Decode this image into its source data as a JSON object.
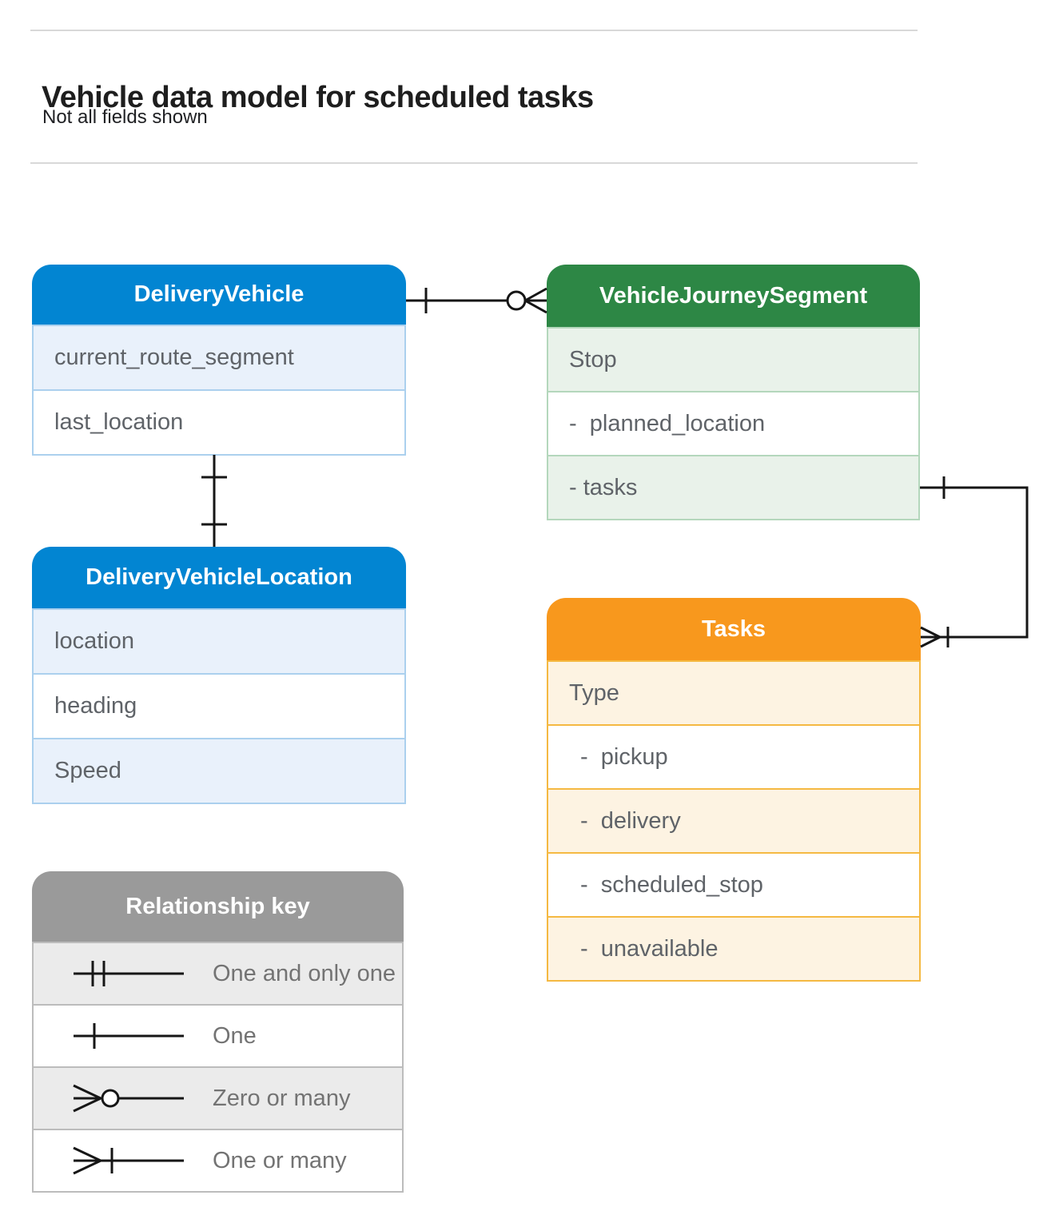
{
  "page": {
    "title": "Vehicle data model for scheduled tasks",
    "subtitle": "Not all fields shown"
  },
  "colors": {
    "blue_header": "#0285d2",
    "blue_row": "#e9f1fb",
    "blue_border": "#abd0ee",
    "green_header": "#2d8745",
    "green_row": "#e9f2ea",
    "green_border": "#b4d7bc",
    "orange_header": "#f8981d",
    "orange_row": "#fdf3e2",
    "orange_border": "#f5b942",
    "gray_header": "#9a9a9a",
    "gray_row": "#ebebeb",
    "gray_border": "#bcbcbc",
    "row_text": "#5f6368",
    "key_text": "#737373",
    "connector": "#161616"
  },
  "entities": {
    "delivery_vehicle": {
      "title": "DeliveryVehicle",
      "fields": [
        "current_route_segment",
        "last_location"
      ]
    },
    "vehicle_journey_segment": {
      "title": "VehicleJourneySegment",
      "fields": [
        "Stop",
        "-  planned_location",
        "- tasks"
      ]
    },
    "delivery_vehicle_location": {
      "title": "DeliveryVehicleLocation",
      "fields": [
        "location",
        "heading",
        "Speed"
      ]
    },
    "tasks": {
      "title": "Tasks",
      "fields": [
        "Type",
        "-  pickup",
        "-  delivery",
        "-  scheduled_stop",
        "-  unavailable"
      ]
    }
  },
  "relationship_key": {
    "title": "Relationship key",
    "items": [
      {
        "symbol": "one-and-only-one",
        "label": "One and only one"
      },
      {
        "symbol": "one",
        "label": "One"
      },
      {
        "symbol": "zero-or-many",
        "label": "Zero or many"
      },
      {
        "symbol": "one-or-many",
        "label": "One or many"
      }
    ]
  },
  "relationships": [
    {
      "from": "DeliveryVehicle",
      "to": "VehicleJourneySegment",
      "from_cardinality": "One",
      "to_cardinality": "Zero or many"
    },
    {
      "from": "DeliveryVehicle",
      "to": "DeliveryVehicleLocation",
      "from_cardinality": "One",
      "to_cardinality": "One"
    },
    {
      "from": "VehicleJourneySegment.tasks",
      "to": "Tasks",
      "from_cardinality": "One",
      "to_cardinality": "One or many"
    }
  ]
}
